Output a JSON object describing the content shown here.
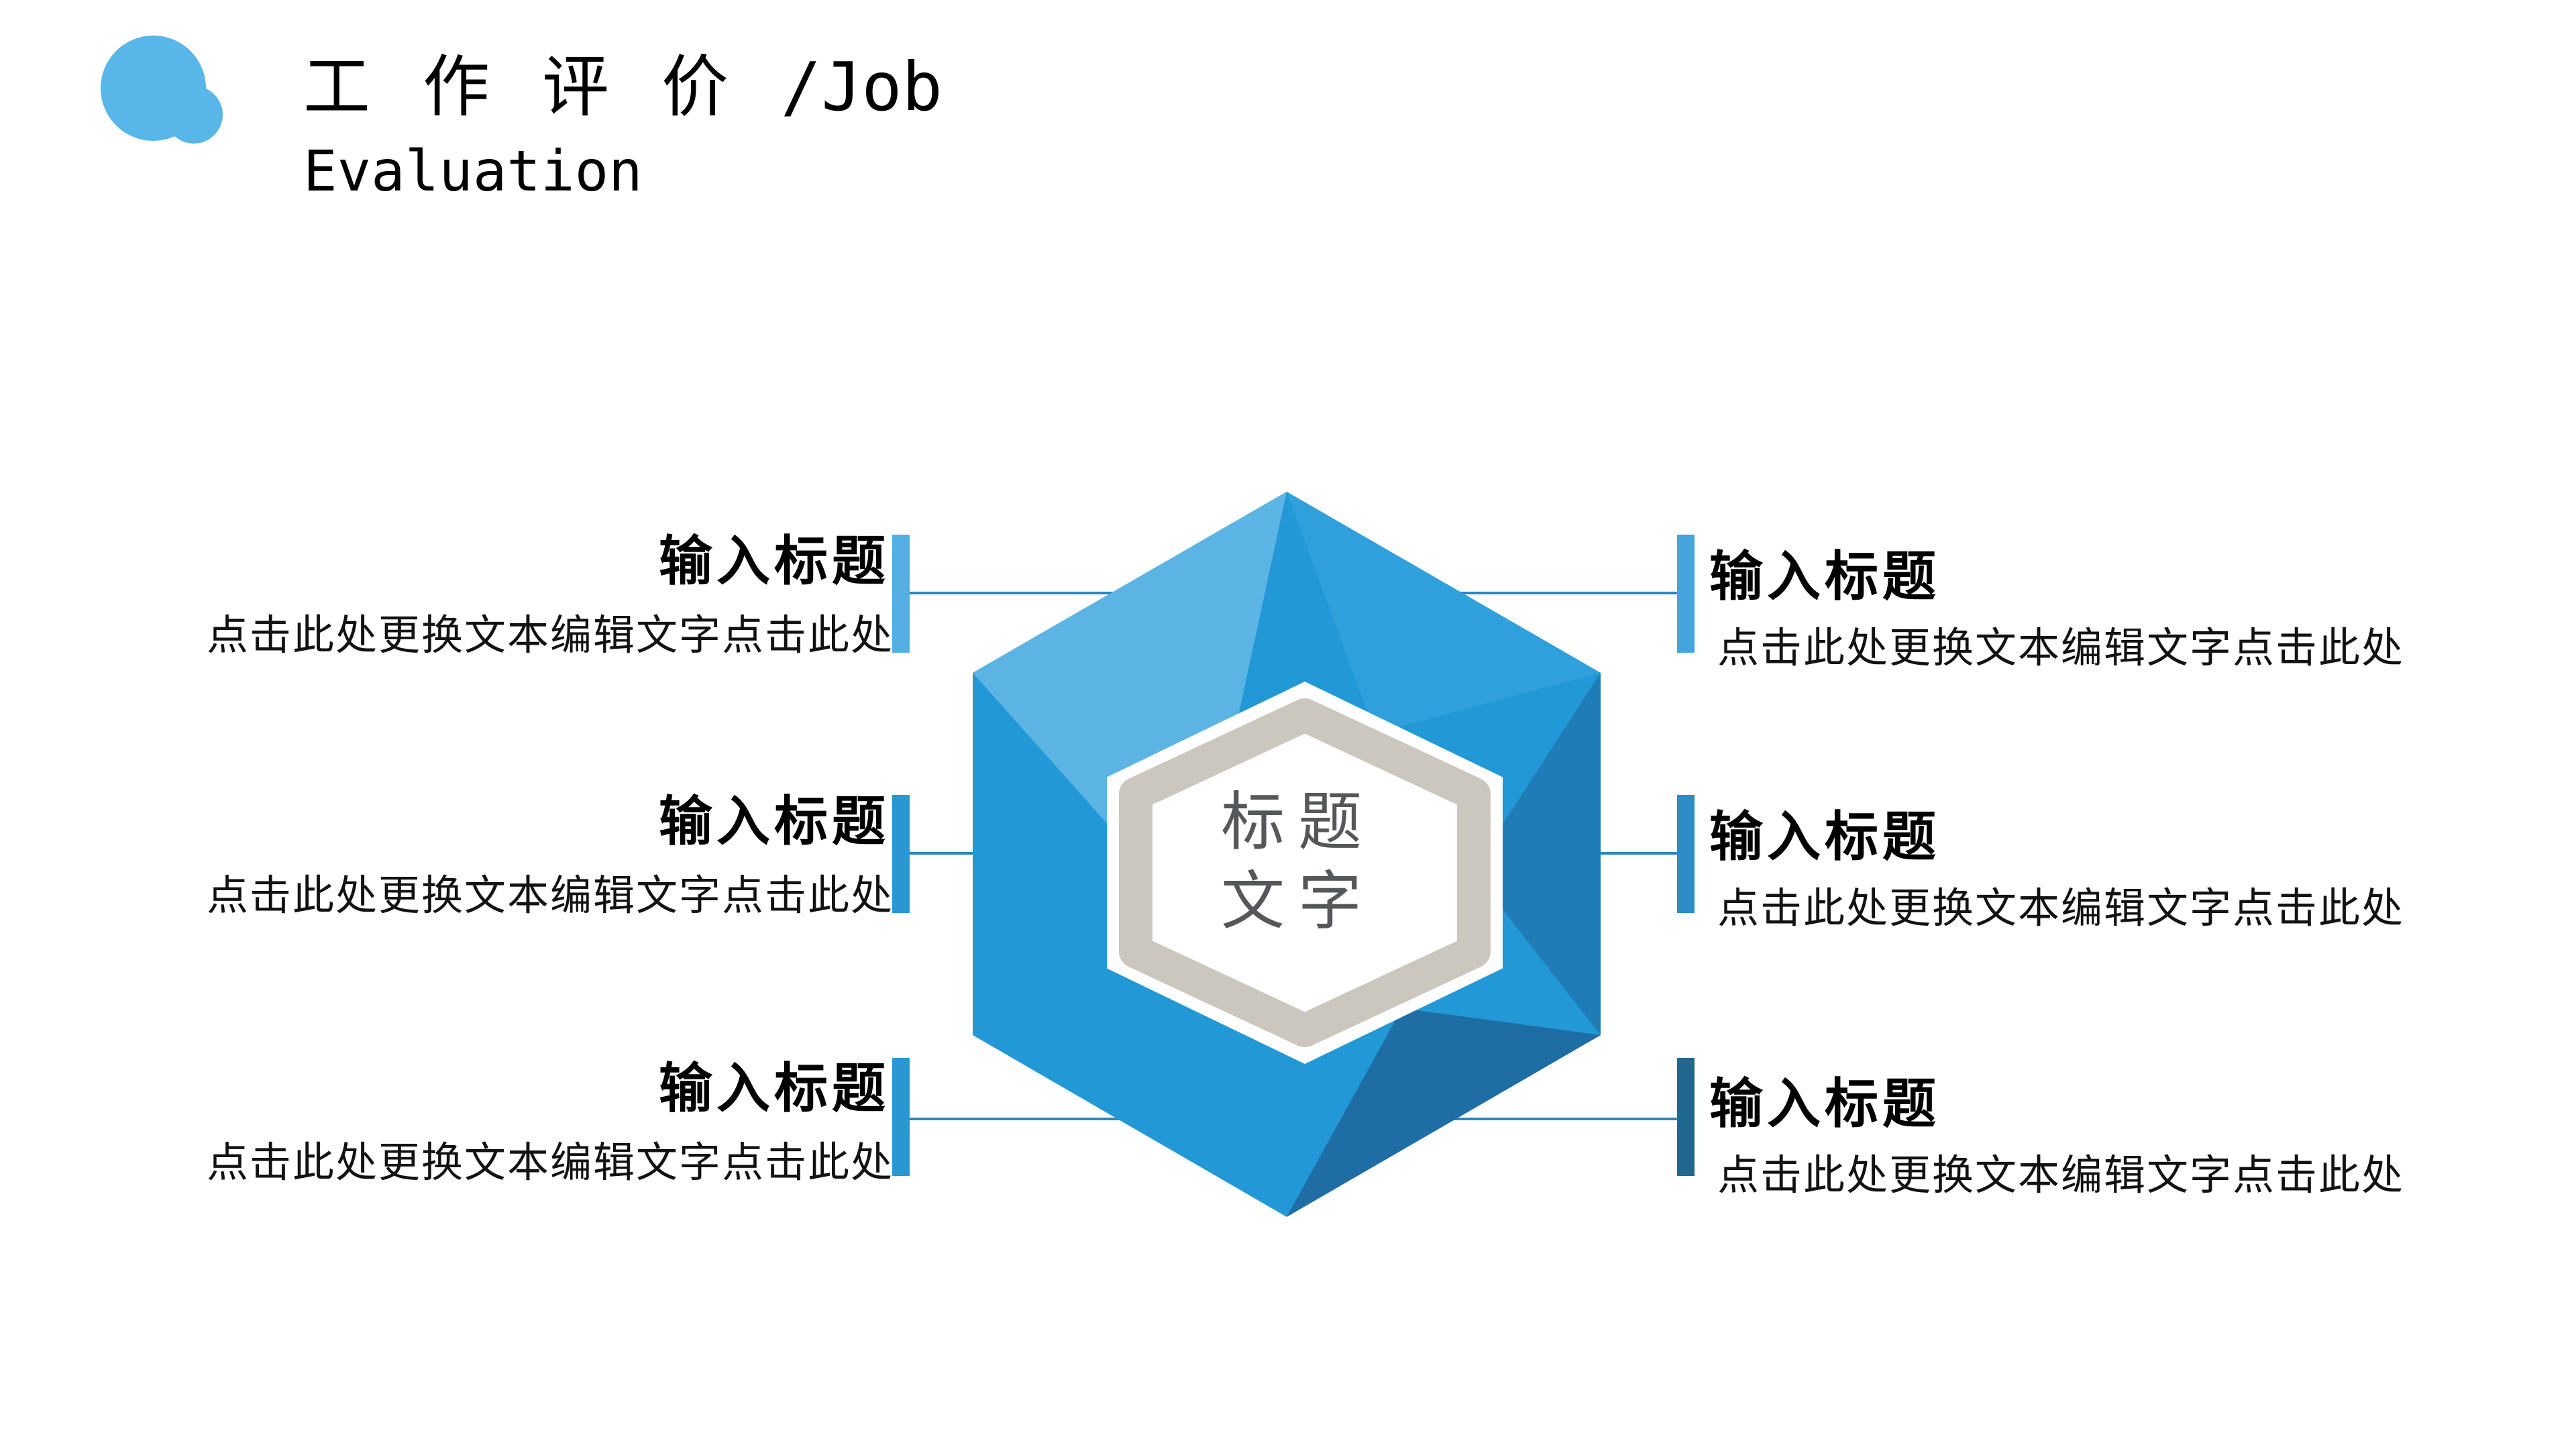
{
  "slide": {
    "background": "#ffffff",
    "logo": {
      "color": "#58B6E8"
    },
    "header": {
      "title_zh": "工作评价",
      "title_en": "/Job",
      "title_line2": "Evaluation",
      "text_color": "#000000"
    },
    "diagram": {
      "center": {
        "line1": "标题",
        "line2": "文字"
      },
      "colors": {
        "base": "#2298D6",
        "facet_light": "#5CB4E5",
        "facet_topright": "#2FA0DB",
        "facet_right": "#1F7CB7",
        "facet_bottomright": "#1E6DA5",
        "ring": "#CBC7BF",
        "marker_fill": "#FFFFFF",
        "center_text": "#56575B",
        "connector": "#2C86C1"
      }
    },
    "callouts": {
      "left": [
        {
          "title": "输入标题",
          "body": "点击此处更换文本编辑文字点击此处",
          "bar_color": "#54AFE2"
        },
        {
          "title": "输入标题",
          "body": "点击此处更换文本编辑文字点击此处",
          "bar_color": "#2A97D3"
        },
        {
          "title": "输入标题",
          "body": "点击此处更换文本编辑文字点击此处",
          "bar_color": "#2A97D3"
        }
      ],
      "right": [
        {
          "title": "输入标题",
          "body": "点击此处更换文本编辑文字点击此处",
          "bar_color": "#43A5DC"
        },
        {
          "title": "输入标题",
          "body": "点击此处更换文本编辑文字点击此处",
          "bar_color": "#2B8CC6"
        },
        {
          "title": "输入标题",
          "body": "点击此处更换文本编辑文字点击此处",
          "bar_color": "#21688F"
        }
      ]
    }
  }
}
